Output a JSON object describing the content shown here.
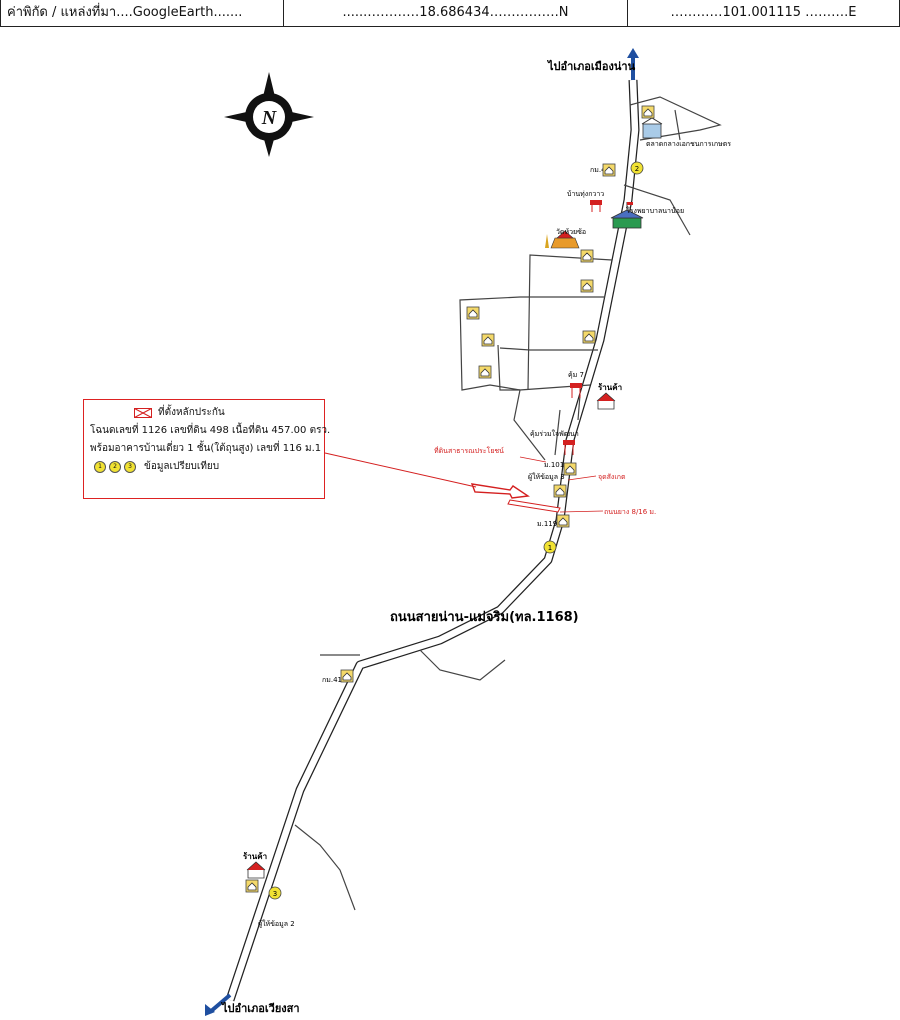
{
  "header": {
    "source": "ค่าพิกัด / แหล่งที่มา....GoogleEarth.......",
    "lat": "......…………18.686434…………….N",
    "lon": "…………101.001115 ……….E"
  },
  "compass": {
    "letter": "N"
  },
  "roads": {
    "main_road_label": "ถนนสายน่าน-แม่จริม(ทล.1168)",
    "to_north": "ไปอำเภอเมืองน่าน",
    "to_south": "ไปอำเภอเวียงสา"
  },
  "places": {
    "market": "ตลาดกลางเอกชนการเกษตร",
    "km40": "กม.40",
    "ban_thung": "บ้านทุ่งกวาว",
    "hospital": "โรงพยาบาลนาน้อย",
    "temple": "วัดห้วยซ้อ",
    "kum7": "คุ้ม 7",
    "shop1": "ร้านค้า",
    "kum_ruam": "คุ้มร่วมใจพัฒนา",
    "public_land": "ที่ดินสาธารณประโยชน์",
    "m101": "ม.101",
    "informant3": "ผู้ให้ข้อมูล 3",
    "subject": "จุดสังเกต",
    "road_width": "ถนนยาง 8/16 ม.",
    "m119": "ม.119",
    "km41": "กม.41",
    "shop2": "ร้านค้า",
    "informant2": "ผู้ให้ข้อมูล 2"
  },
  "markers": {
    "c1": "1",
    "c2": "2",
    "c3": "3"
  },
  "legend": {
    "title": "ที่ตั้งหลักประกัน",
    "line1": "โฉนดเลขที่ 1126 เลขที่ดิน 498 เนื้อที่ดิน 457.00 ตรว.",
    "line2": "พร้อมอาคารบ้านเดี่ยว 1 ชั้น(ใต้ถุนสูง) เลขที่ 116 ม.1",
    "comparison": "ข้อมูลเปรียบเทียบ",
    "dots": [
      "1",
      "2",
      "3"
    ]
  },
  "colors": {
    "road": "#222222",
    "accent_red": "#d42020",
    "marker_yellow": "#f1e233",
    "north_arrow": "#1f4fa0"
  }
}
